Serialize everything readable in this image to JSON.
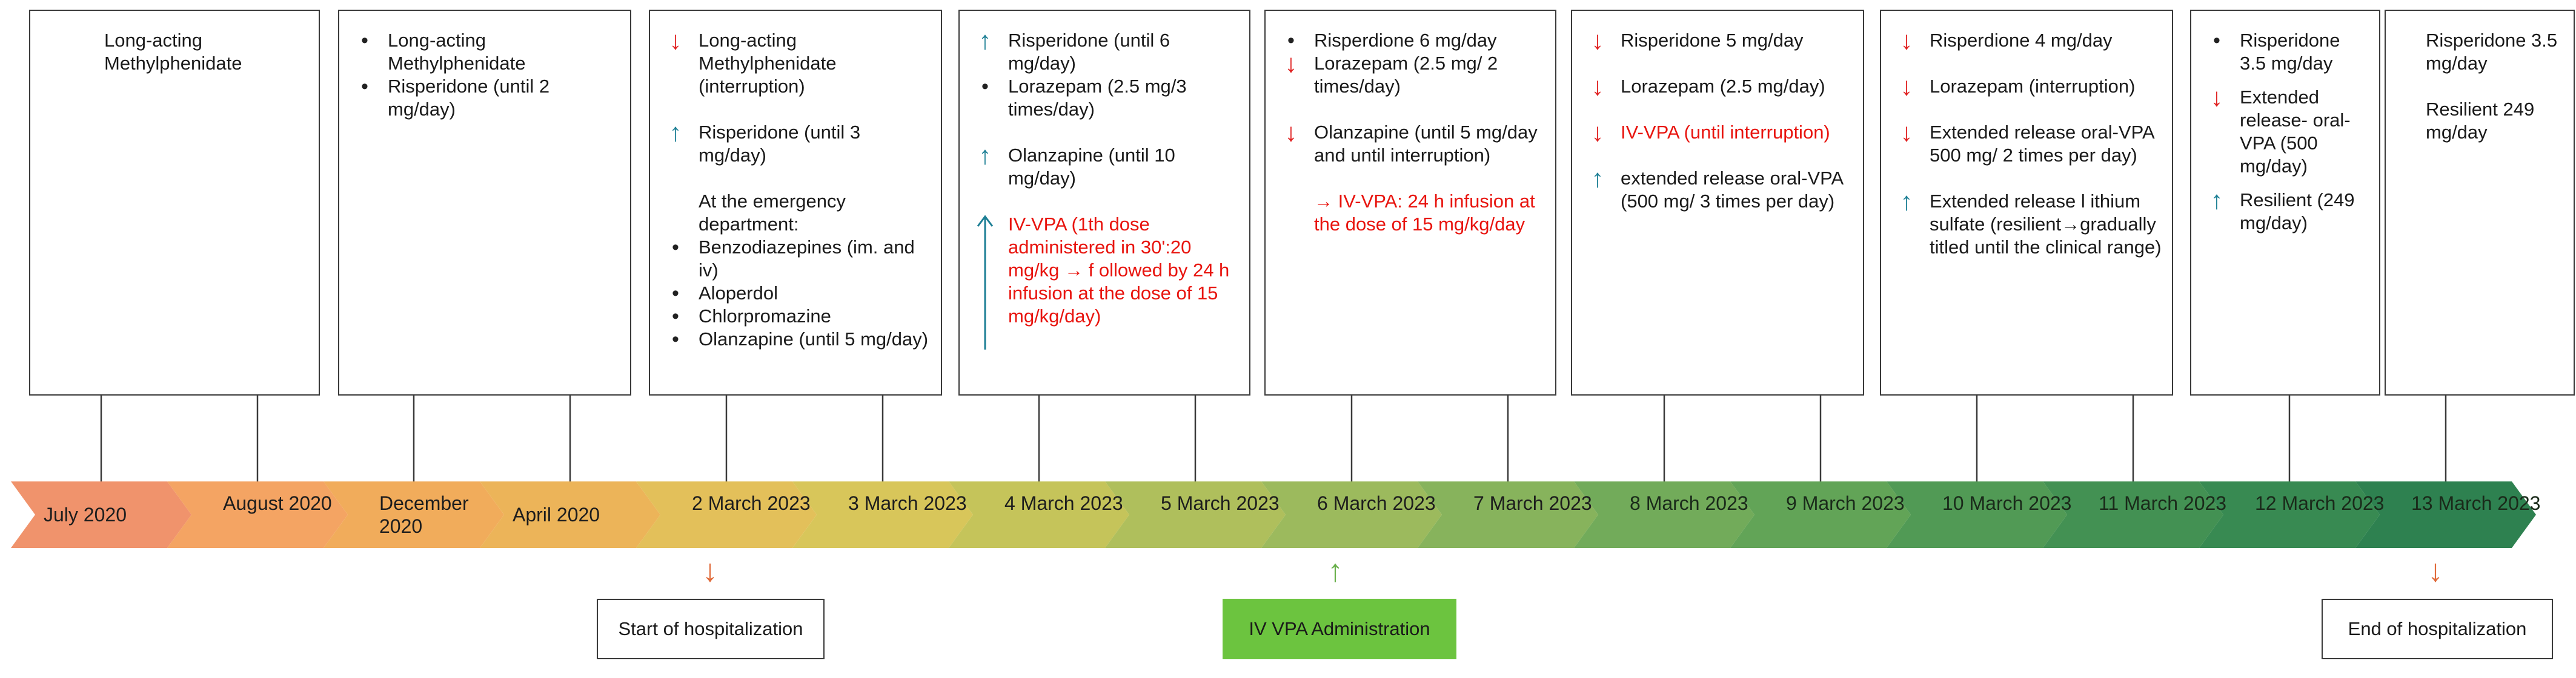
{
  "timeline": {
    "periods": [
      {
        "label": "July 2020",
        "color": "#f0936c"
      },
      {
        "label": "August 2020",
        "color": "#f4a463"
      },
      {
        "label": "December 2020",
        "color": "#f1ac5b"
      },
      {
        "label": "April 2020",
        "color": "#ecb459"
      },
      {
        "label": "2 March 2023",
        "color": "#e3c05a"
      },
      {
        "label": "3 March 2023",
        "color": "#d8c65a"
      },
      {
        "label": "4 March 2023",
        "color": "#c5c45a"
      },
      {
        "label": "5 March 2023",
        "color": "#afbf5c"
      },
      {
        "label": "6 March 2023",
        "color": "#9cba5d"
      },
      {
        "label": "7 March 2023",
        "color": "#87b35c"
      },
      {
        "label": "8 March 2023",
        "color": "#72ab5a"
      },
      {
        "label": "9 March 2023",
        "color": "#62a457"
      },
      {
        "label": "10 March 2023",
        "color": "#519a55"
      },
      {
        "label": "11 March 2023",
        "color": "#439153"
      },
      {
        "label": "12 March 2023",
        "color": "#388a52"
      },
      {
        "label": "13 March 2023",
        "color": "#2e8150"
      }
    ]
  },
  "boxes": [
    {
      "entries": [
        {
          "mark": "none",
          "text": "Long-acting Methylphenidate"
        }
      ]
    },
    {
      "entries": [
        {
          "mark": "bullet",
          "text": "Long-acting Methylphenidate",
          "gap": "0"
        },
        {
          "mark": "bullet",
          "text": "Risperidone (until 2 mg/day)"
        }
      ]
    },
    {
      "entries": [
        {
          "mark": "down",
          "text": "Long-acting Methylphenidate (interruption)"
        },
        {
          "mark": "up",
          "text": "Risperidone (until 3 mg/day)"
        },
        {
          "mark": "none-indent",
          "text": "At the emergency department:",
          "gap": "0"
        },
        {
          "mark": "bullet",
          "text": "Benzodiazepines (im. and iv)",
          "gap": "0"
        },
        {
          "mark": "bullet",
          "text": "Aloperdol",
          "gap": "0"
        },
        {
          "mark": "bullet",
          "text": "Chlorpromazine",
          "gap": "0"
        },
        {
          "mark": "bullet",
          "text": "Olanzapine (until 5 mg/day)"
        }
      ]
    },
    {
      "entries": [
        {
          "mark": "up",
          "text": "Risperidone (until 6 mg/day)",
          "gap": "0"
        },
        {
          "mark": "bullet",
          "text": "Lorazepam (2.5 mg/3 times/day)"
        },
        {
          "mark": "up",
          "text": "Olanzapine (until 10 mg/day)"
        },
        {
          "mark": "up-long",
          "text": "IV-VPA (1th dose administered in 30':20 mg/kg → f ollowed by 24 h infusion at the dose of 15 mg/kg/day)",
          "red": true
        }
      ]
    },
    {
      "entries": [
        {
          "mark": "bullet",
          "text": "Risperdione 6 mg/day",
          "gap": "0"
        },
        {
          "mark": "down",
          "text": "Lorazepam (2.5 mg/ 2 times/day)"
        },
        {
          "mark": "down",
          "text": "Olanzapine (until 5 mg/day and until interruption)"
        },
        {
          "mark": "none-indent",
          "text": "→ IV-VPA: 24 h infusion at the dose of 15 mg/kg/day",
          "red": true
        }
      ]
    },
    {
      "entries": [
        {
          "mark": "down",
          "text": "Risperidone 5 mg/day"
        },
        {
          "mark": "down",
          "text": "Lorazepam (2.5 mg/day)"
        },
        {
          "mark": "down",
          "text": "IV-VPA (until interruption)",
          "red": true
        },
        {
          "mark": "up",
          "text": "extended release oral-VPA (500 mg/ 3 times per day)"
        }
      ]
    },
    {
      "entries": [
        {
          "mark": "down",
          "text": "Risperdione 4 mg/day"
        },
        {
          "mark": "down",
          "text": "Lorazepam (interruption)"
        },
        {
          "mark": "down",
          "text": "Extended release oral-VPA 500 mg/ 2 times per day)"
        },
        {
          "mark": "up",
          "text": "Extended release l ithium sulfate (resilient→gradually titled until the clinical range)"
        }
      ]
    },
    {
      "entries": [
        {
          "mark": "bullet",
          "text": "Risperidone 3.5 mg/day",
          "gap": "s"
        },
        {
          "mark": "down",
          "text": "Extended release- oral-VPA (500 mg/day)",
          "gap": "s"
        },
        {
          "mark": "up",
          "text": "Resilient (249 mg/day)"
        }
      ]
    },
    {
      "entries": [
        {
          "mark": "none",
          "text": "Risperidone 3.5 mg/day"
        },
        {
          "mark": "none",
          "text": "Resilient 249 mg/day"
        }
      ]
    }
  ],
  "events": [
    {
      "label": "Start of hospitalization",
      "arrow": "down",
      "arrow_color": "#e06a3a",
      "fill": "#ffffff",
      "border": "#3a3a3a"
    },
    {
      "label": "IV VPA Administration",
      "arrow": "up",
      "arrow_color": "#6ab04c",
      "fill": "#6cc43f",
      "border": "#6cc43f"
    },
    {
      "label": "End of hospitalization",
      "arrow": "down",
      "arrow_color": "#e06a3a",
      "fill": "#ffffff",
      "border": "#3a3a3a"
    }
  ]
}
